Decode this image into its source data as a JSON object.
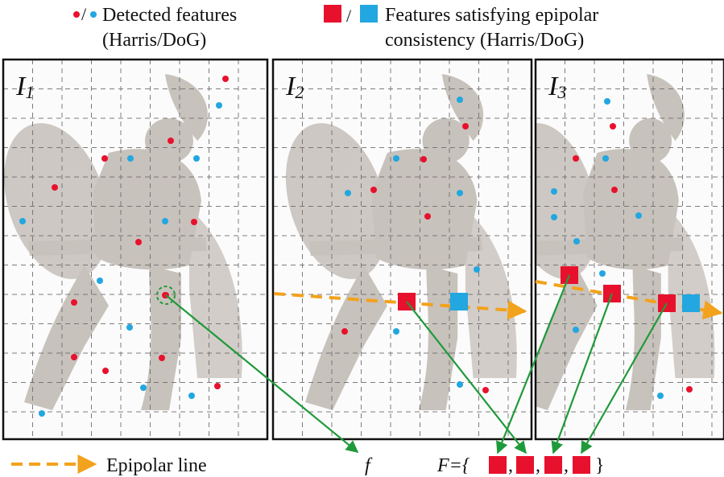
{
  "legend": {
    "dot_separator": "/",
    "detected_line1": "Detected features",
    "detected_line2": "(Harris/DoG)",
    "square_separator": "/",
    "epi_line1": "Features satisfying epipolar",
    "epi_line2": "consistency (Harris/DoG)",
    "epipolar_label": "Epipolar line"
  },
  "colors": {
    "harris": "#e8112d",
    "dog": "#22a7e0",
    "epipolar": "#f2a21c",
    "match": "#1f9a3a",
    "frame": "#111111",
    "grid": "#6f6f6f",
    "figure": "#6b5a4a"
  },
  "images": [
    {
      "letter": "I",
      "sub": "1"
    },
    {
      "letter": "I",
      "sub": "2"
    },
    {
      "letter": "I",
      "sub": "3"
    }
  ],
  "formula": {
    "f_label": "f",
    "F_prefix": "F={",
    "commas": [
      ",",
      ",",
      ","
    ],
    "F_suffix": "}"
  }
}
